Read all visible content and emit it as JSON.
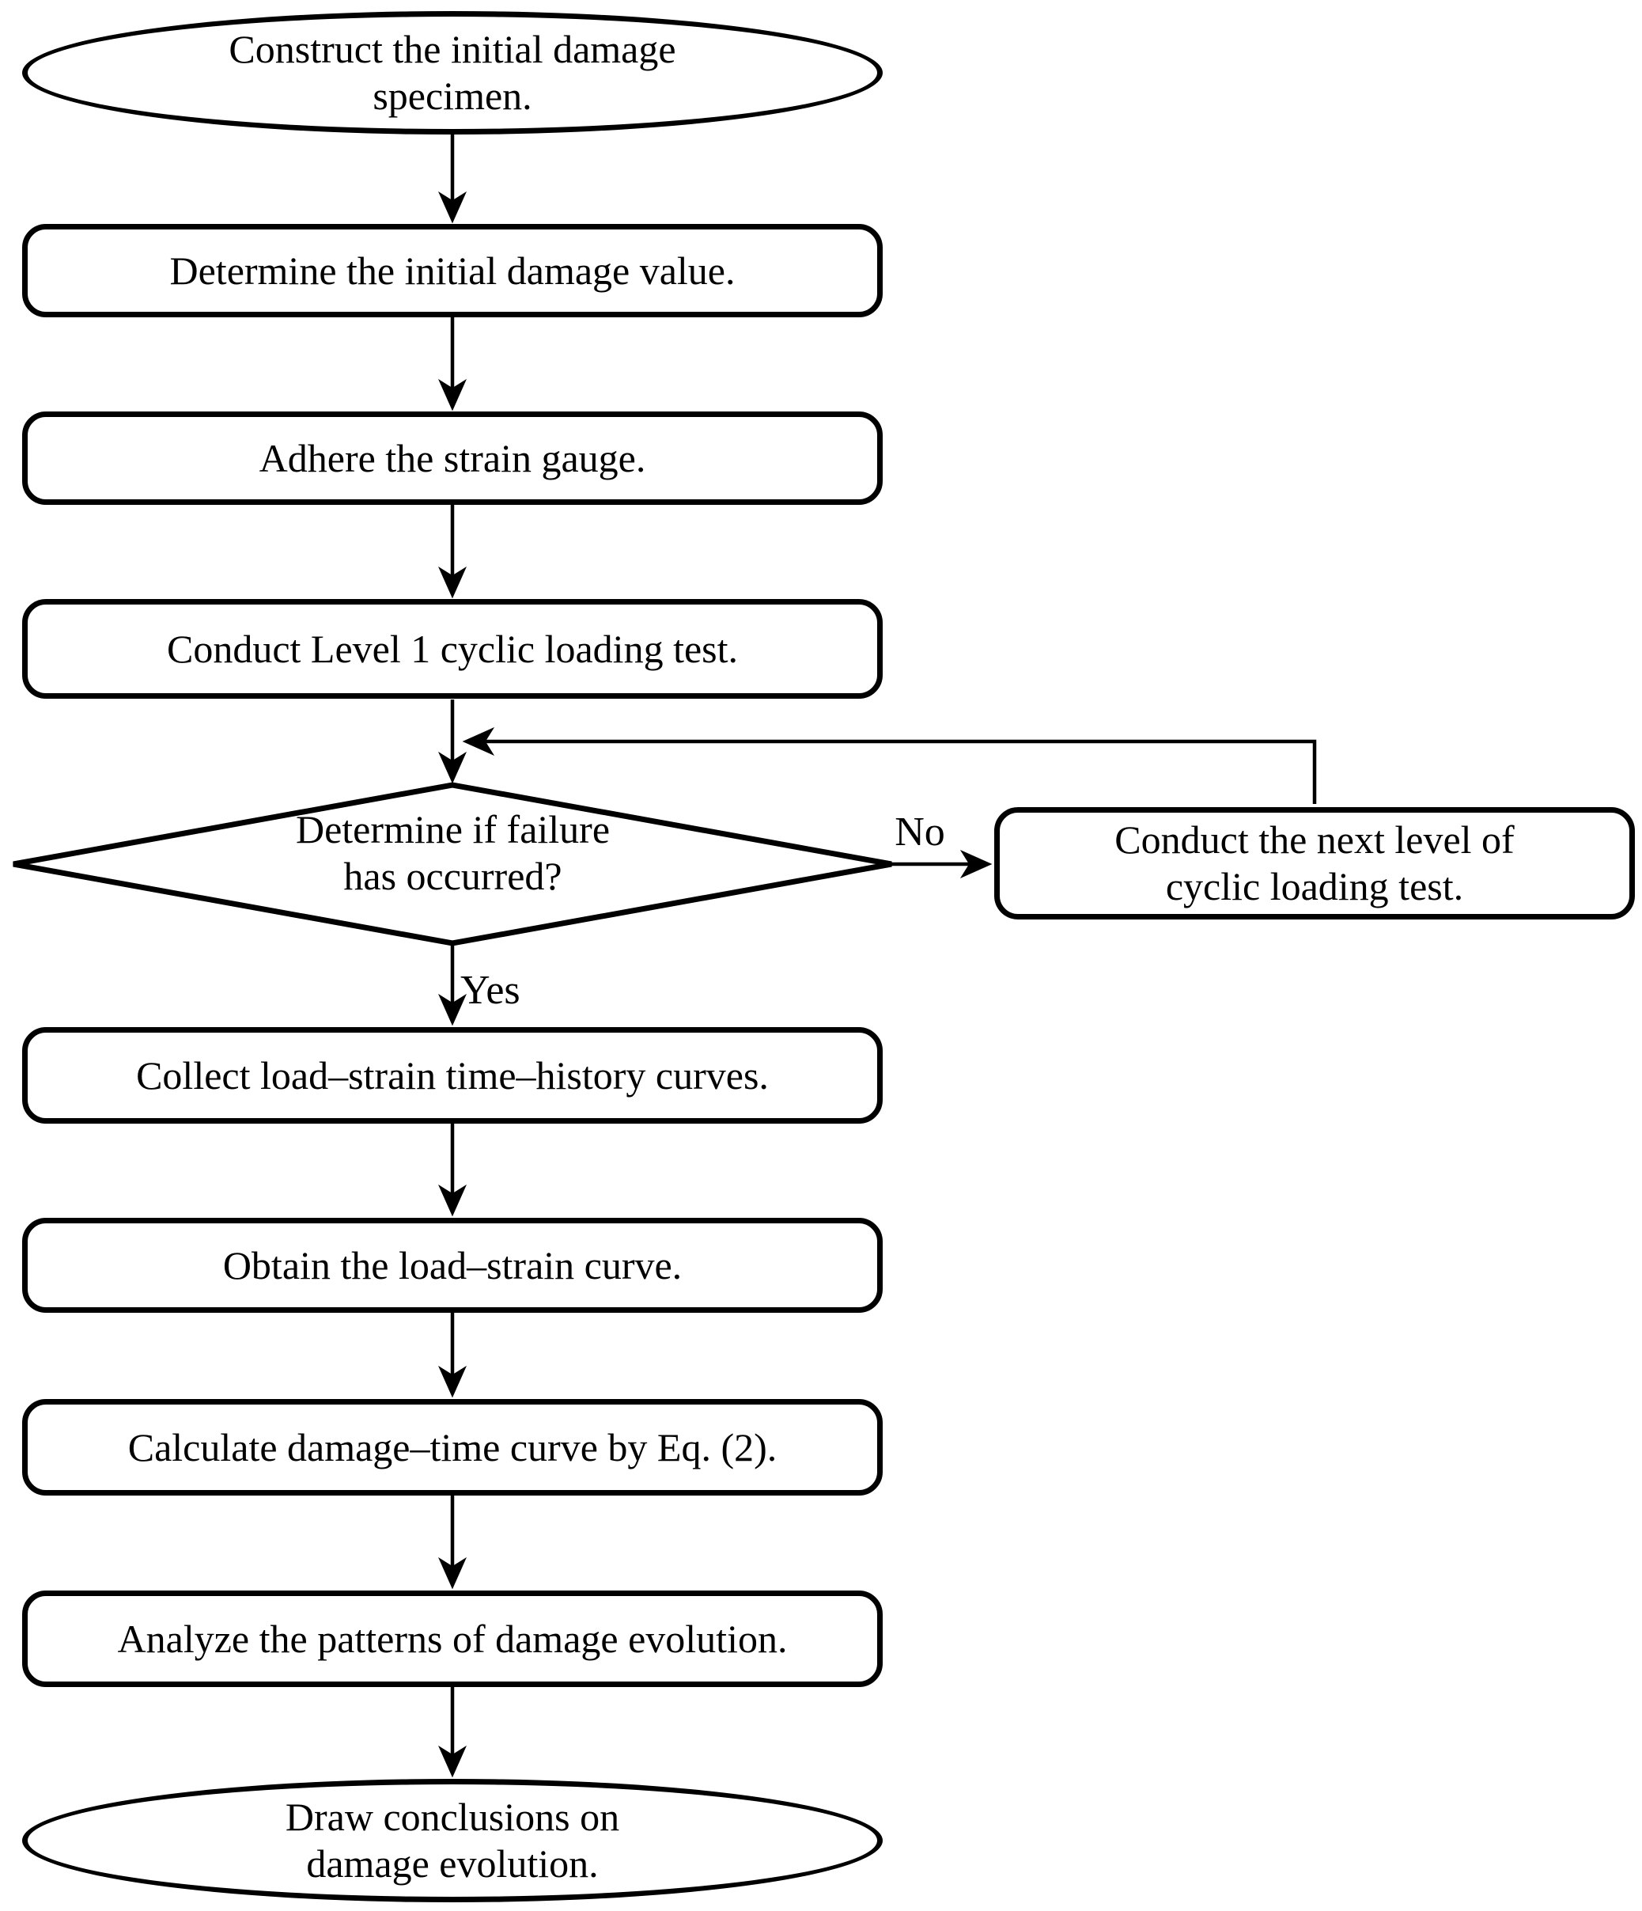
{
  "diagram": {
    "type": "flowchart",
    "colors": {
      "background": "#ffffff",
      "stroke": "#000000",
      "text": "#000000"
    },
    "nodes": {
      "start": "Construct the initial damage\nspecimen.",
      "determine_initial_damage": "Determine the initial damage value.",
      "adhere_strain_gauge": "Adhere the strain gauge.",
      "conduct_level1": "Conduct Level 1 cyclic loading test.",
      "failure_decision": "Determine if failure\nhas occurred?",
      "conduct_next_level": "Conduct the next level of\ncyclic loading test.",
      "collect_curves": "Collect load–strain time–history curves.",
      "obtain_curve": "Obtain the load–strain curve.",
      "calculate_damage": "Calculate damage–time curve by Eq. (2).",
      "analyze_patterns": "Analyze the patterns of damage evolution.",
      "end": "Draw conclusions on\ndamage evolution."
    },
    "edge_labels": {
      "no": "No",
      "yes": "Yes"
    }
  }
}
